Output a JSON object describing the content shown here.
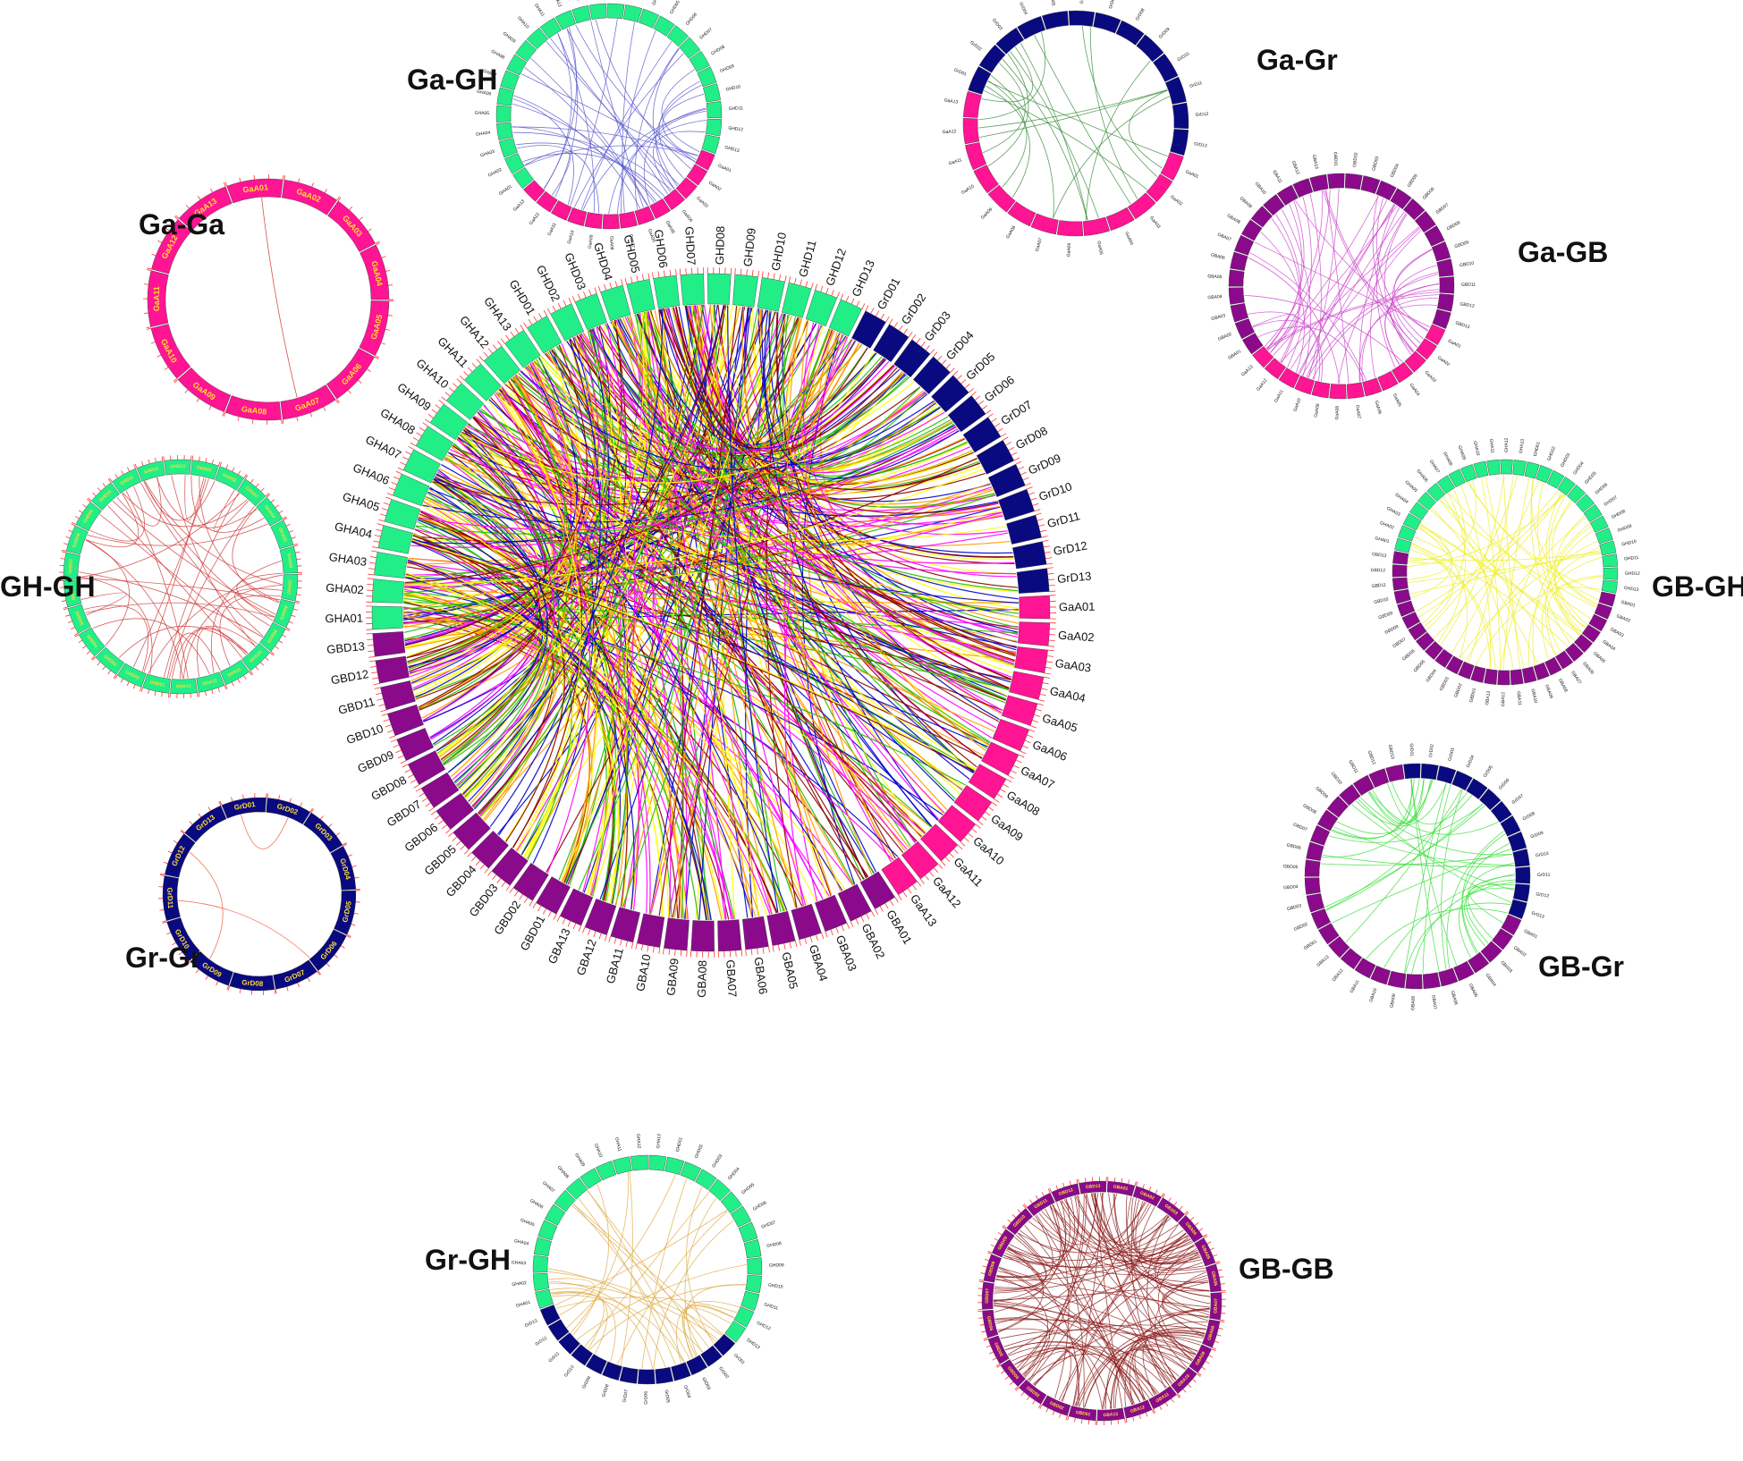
{
  "colors": {
    "Ga": "#ff1493",
    "Gr": "#0a0a80",
    "GH": "#22ee88",
    "GB": "#8b0a8b",
    "tick": "#ff3333"
  },
  "genomes": {
    "Ga": [
      "GaA01",
      "GaA02",
      "GaA03",
      "GaA04",
      "GaA05",
      "GaA06",
      "GaA07",
      "GaA08",
      "GaA09",
      "GaA10",
      "GaA11",
      "GaA12",
      "GaA13"
    ],
    "Gr": [
      "GrD01",
      "GrD02",
      "GrD03",
      "GrD04",
      "GrD05",
      "GrD06",
      "GrD07",
      "GrD08",
      "GrD09",
      "GrD10",
      "GrD11",
      "GrD12",
      "GrD13"
    ],
    "GH": [
      "GHA01",
      "GHA02",
      "GHA03",
      "GHA04",
      "GHA05",
      "GHA06",
      "GHA07",
      "GHA08",
      "GHA09",
      "GHA10",
      "GHA11",
      "GHA12",
      "GHA13",
      "GHD01",
      "GHD02",
      "GHD03",
      "GHD04",
      "GHD05",
      "GHD06",
      "GHD07",
      "GHD08",
      "GHD09",
      "GHD10",
      "GHD11",
      "GHD12",
      "GHD13"
    ],
    "GB": [
      "GBA01",
      "GBA02",
      "GBA03",
      "GBA04",
      "GBA05",
      "GBA06",
      "GBA07",
      "GBA08",
      "GBA09",
      "GBA10",
      "GBA11",
      "GBA12",
      "GBA13",
      "GBD01",
      "GBD02",
      "GBD03",
      "GBD04",
      "GBD05",
      "GBD06",
      "GBD07",
      "GBD08",
      "GBD09",
      "GBD10",
      "GBD11",
      "GBD12",
      "GBD13"
    ]
  },
  "panels": [
    {
      "title": "Ga-Ga",
      "genomes": [
        "Ga"
      ],
      "link_color": "#cc2222",
      "links": 1
    },
    {
      "title": "Ga-GH",
      "genomes": [
        "Ga",
        "GH"
      ],
      "link_color": "#5555cc",
      "links": 40
    },
    {
      "title": "Ga-Gr",
      "genomes": [
        "Ga",
        "Gr"
      ],
      "link_color": "#338833",
      "links": 20
    },
    {
      "title": "Ga-GB",
      "genomes": [
        "Ga",
        "GB"
      ],
      "link_color": "#cc44cc",
      "links": 50
    },
    {
      "title": "GH-GH",
      "genomes": [
        "GH"
      ],
      "link_color": "#cc3333",
      "links": 45
    },
    {
      "title": "GB-GH",
      "genomes": [
        "GB",
        "GH"
      ],
      "link_color": "#eeee22",
      "links": 55
    },
    {
      "title": "Gr-Gr",
      "genomes": [
        "Gr"
      ],
      "link_color": "#ee5533",
      "links": 3
    },
    {
      "title": "GB-Gr",
      "genomes": [
        "GB",
        "Gr"
      ],
      "link_color": "#33dd33",
      "links": 40
    },
    {
      "title": "Gr-GH",
      "genomes": [
        "Gr",
        "GH"
      ],
      "link_color": "#ddaa44",
      "links": 35
    },
    {
      "title": "GB-GB",
      "genomes": [
        "GB"
      ],
      "link_color": "#8b1a1a",
      "links": 130
    }
  ],
  "central": {
    "order": [
      "GH",
      "Gr",
      "Ga",
      "GB"
    ],
    "link_colors": [
      "#ffff00",
      "#0000cc",
      "#22bb00",
      "#ff00ff",
      "#8b0000",
      "#ff9900"
    ]
  }
}
